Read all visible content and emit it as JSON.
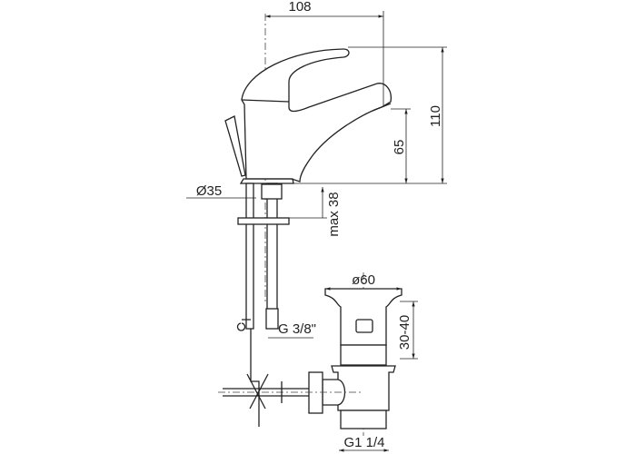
{
  "title": "Basin mixer and drain technical drawing",
  "dimensions": {
    "width": "108",
    "height_total": "110",
    "spout_height": "65",
    "base_diameter": "Ø35",
    "max_thickness": "max 38",
    "drain_diameter": "ø60",
    "drain_range": "30-40",
    "hose_thread": "G 3/8\"",
    "drain_thread": "G1 1/4"
  }
}
